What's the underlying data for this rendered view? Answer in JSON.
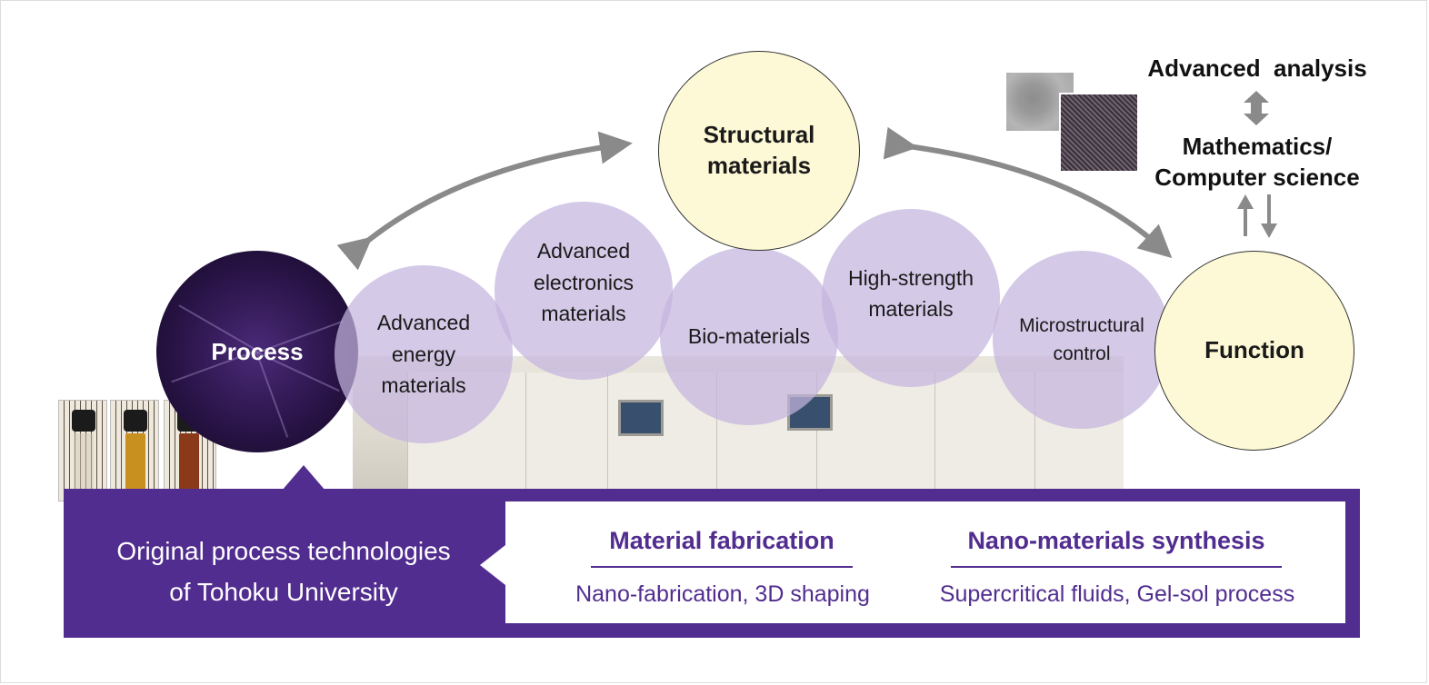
{
  "center_circle": {
    "label": "Structural\nmaterials"
  },
  "process_circle": {
    "label": "Process"
  },
  "function_circle": {
    "label": "Function"
  },
  "material_circles": [
    {
      "label": "Advanced\nenergy\nmaterials"
    },
    {
      "label": "Advanced\nelectronics\nmaterials"
    },
    {
      "label": "Bio-materials"
    },
    {
      "label": "High-strength\nmaterials"
    },
    {
      "label": "Microstructural\ncontrol"
    }
  ],
  "right_panel": {
    "advanced_analysis": "Advanced  analysis",
    "math_cs": "Mathematics/\nComputer science"
  },
  "bottom_bar": {
    "origin_text": "Original process technologies\nof Tohoku University",
    "columns": [
      {
        "heading": "Material fabrication",
        "sub": "Nano-fabrication, 3D shaping"
      },
      {
        "heading": "Nano-materials synthesis",
        "sub": "Supercritical fluids, Gel-sol process"
      }
    ]
  },
  "colors": {
    "purple": "#522d90",
    "lavender": "#c4b4de",
    "cream": "#fdf9d6",
    "arrow_gray": "#8a8a8a"
  }
}
